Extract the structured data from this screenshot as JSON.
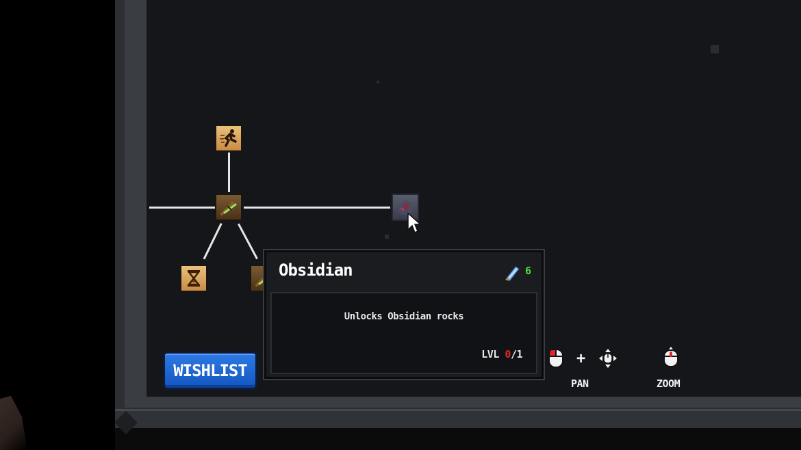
{
  "tooltip": {
    "title": "Obsidian",
    "cost": "6",
    "description": "Unlocks Obsidian rocks",
    "level_prefix": "LVL ",
    "level_current": "0",
    "level_separator": "/",
    "level_max": "1"
  },
  "wishlist": {
    "label": "WISHLIST"
  },
  "controls": {
    "pan_label": "PAN",
    "plus": "+",
    "zoom_label": "ZOOM"
  },
  "skill_nodes": [
    {
      "icon": "running-man-icon"
    },
    {
      "icon": "pickaxe-icon"
    },
    {
      "icon": "obsidian-rock-icon"
    },
    {
      "icon": "hourglass-icon"
    },
    {
      "icon": "pickaxe-icon"
    }
  ],
  "colors": {
    "panel_bg": "#15161a",
    "frame": "#3a3e43",
    "cost_green": "#4ddc3c",
    "level_red": "#e02828",
    "wishlist_blue": "#1f66d6"
  }
}
